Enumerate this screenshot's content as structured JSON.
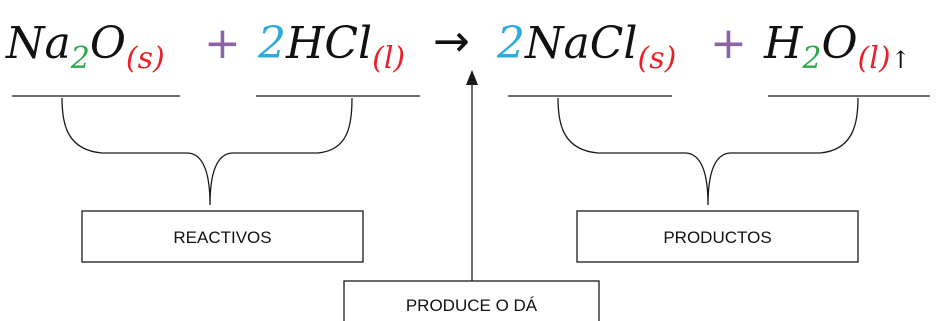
{
  "equation": {
    "reactant1": {
      "symbol_a": "Na",
      "subscript": "2",
      "symbol_b": "O",
      "state": "(s)"
    },
    "plus1": "+",
    "reactant2": {
      "coefficient": "2",
      "formula": "HCl",
      "state": "(l)"
    },
    "arrow": "→",
    "product1": {
      "coefficient": "2",
      "formula": "NaCl",
      "state": "(s)"
    },
    "plus2": "+",
    "product2": {
      "symbol_a": "H",
      "subscript": "2",
      "symbol_b": "O",
      "state": "(l)",
      "gas_arrow": "↑"
    }
  },
  "labels": {
    "reactants": "REACTIVOS",
    "products": "PRODUCTOS",
    "produces": "PRODUCE O DÁ"
  },
  "colors": {
    "formula": "#111111",
    "subscript": "#2ea84f",
    "state": "#e8212a",
    "coefficient": "#2eaadc",
    "operator": "#8b64a6"
  }
}
